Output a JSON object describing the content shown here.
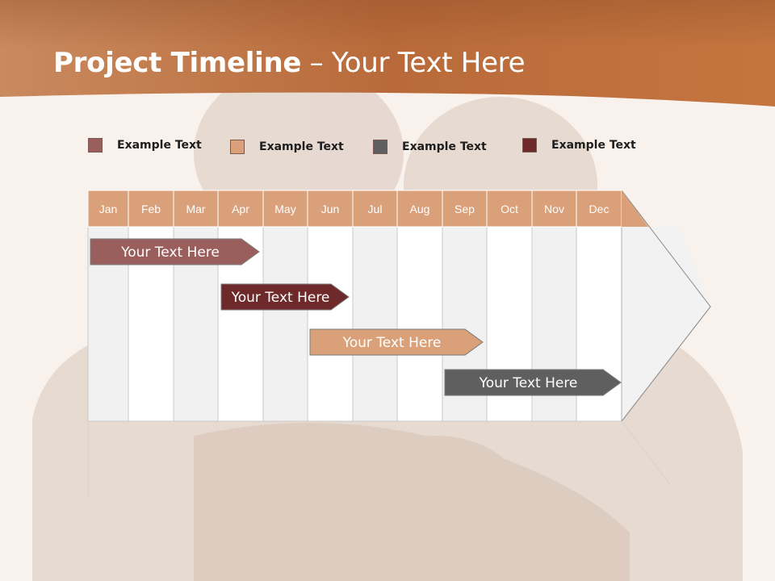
{
  "slide": {
    "title_bold": "Project Timeline",
    "title_rest": " – Your Text Here"
  },
  "legend": [
    {
      "label": "Example Text",
      "color": "#9a5f5d"
    },
    {
      "label": "Example Text",
      "color": "#d9a079"
    },
    {
      "label": "Example Text",
      "color": "#5f5f5f"
    },
    {
      "label": "Example Text",
      "color": "#6e2a2a"
    }
  ],
  "months": [
    "Jan",
    "Feb",
    "Mar",
    "Apr",
    "May",
    "Jun",
    "Jul",
    "Aug",
    "Sep",
    "Oct",
    "Nov",
    "Dec"
  ],
  "tasks": [
    {
      "label": "Your  Text Here",
      "color": "#9a5f5d",
      "start_month": "Jan",
      "end_month": "Apr"
    },
    {
      "label": "Your  Text Here",
      "color": "#6e2a2a",
      "start_month": "Apr",
      "end_month": "Jun"
    },
    {
      "label": "Your  Text Here",
      "color": "#d9a079",
      "start_month": "Jun",
      "end_month": "Sep"
    },
    {
      "label": "Your  Text Here",
      "color": "#5f5f5f",
      "start_month": "Sep",
      "end_month": "Dec"
    }
  ],
  "colors": {
    "header_band": "#c47a4a",
    "month_header": "#d9a079",
    "background": "#f7efea"
  }
}
